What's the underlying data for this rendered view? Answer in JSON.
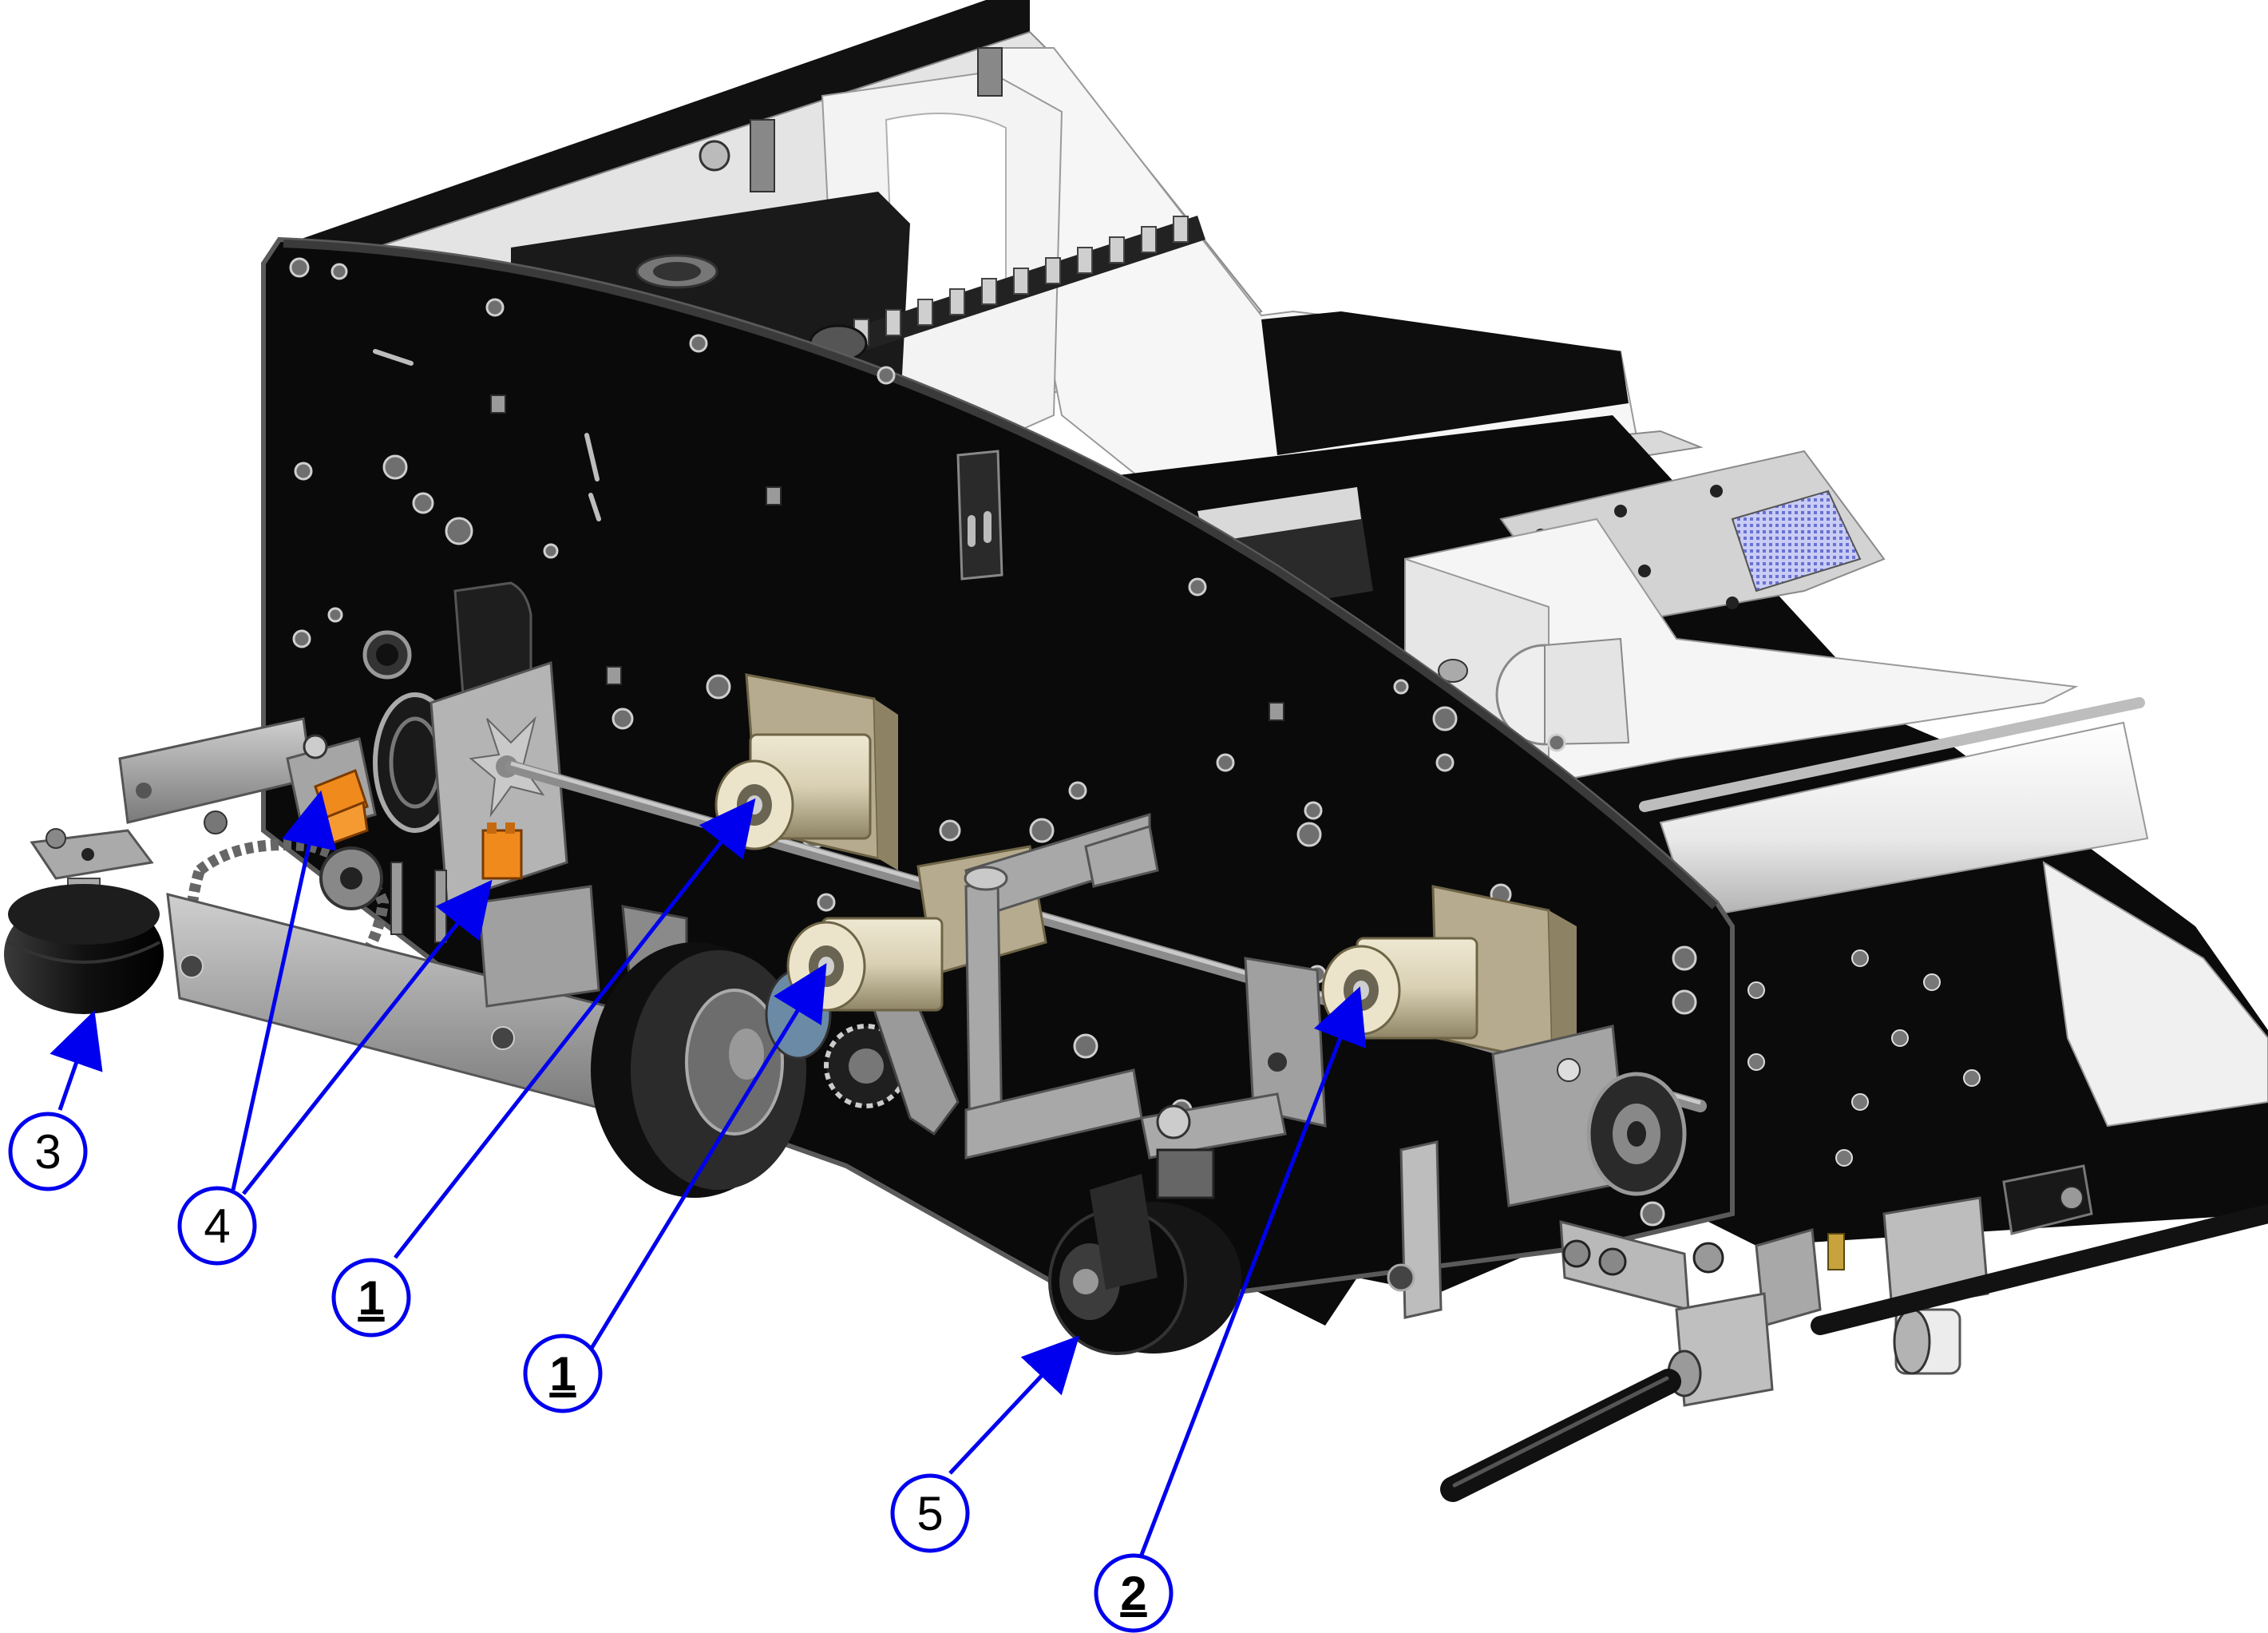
{
  "colors": {
    "frame": "#0b0b0b",
    "frame_edge": "#5a5a5a",
    "metal": "#9a9a9a",
    "metal_light": "#c8c8c8",
    "metal_dark": "#5f5f5f",
    "cylinder": "#d9d0b4",
    "cylinder_dark": "#9a8f70",
    "bracket": "#b6ab8e",
    "white_part": "#f4f4f4",
    "grey_part": "#d6d6d6",
    "orange": "#f08a1c",
    "blue_grid": "#8088d8",
    "tire": "#121212",
    "callout": "#0000ee"
  },
  "callouts": [
    {
      "id": "1a",
      "label": "1",
      "emphasis": "bold-underline"
    },
    {
      "id": "1b",
      "label": "1",
      "emphasis": "bold-underline"
    },
    {
      "id": "2",
      "label": "2",
      "emphasis": "bold-underline"
    },
    {
      "id": "3",
      "label": "3",
      "emphasis": "normal"
    },
    {
      "id": "4",
      "label": "4",
      "emphasis": "normal"
    },
    {
      "id": "5",
      "label": "5",
      "emphasis": "normal"
    }
  ]
}
